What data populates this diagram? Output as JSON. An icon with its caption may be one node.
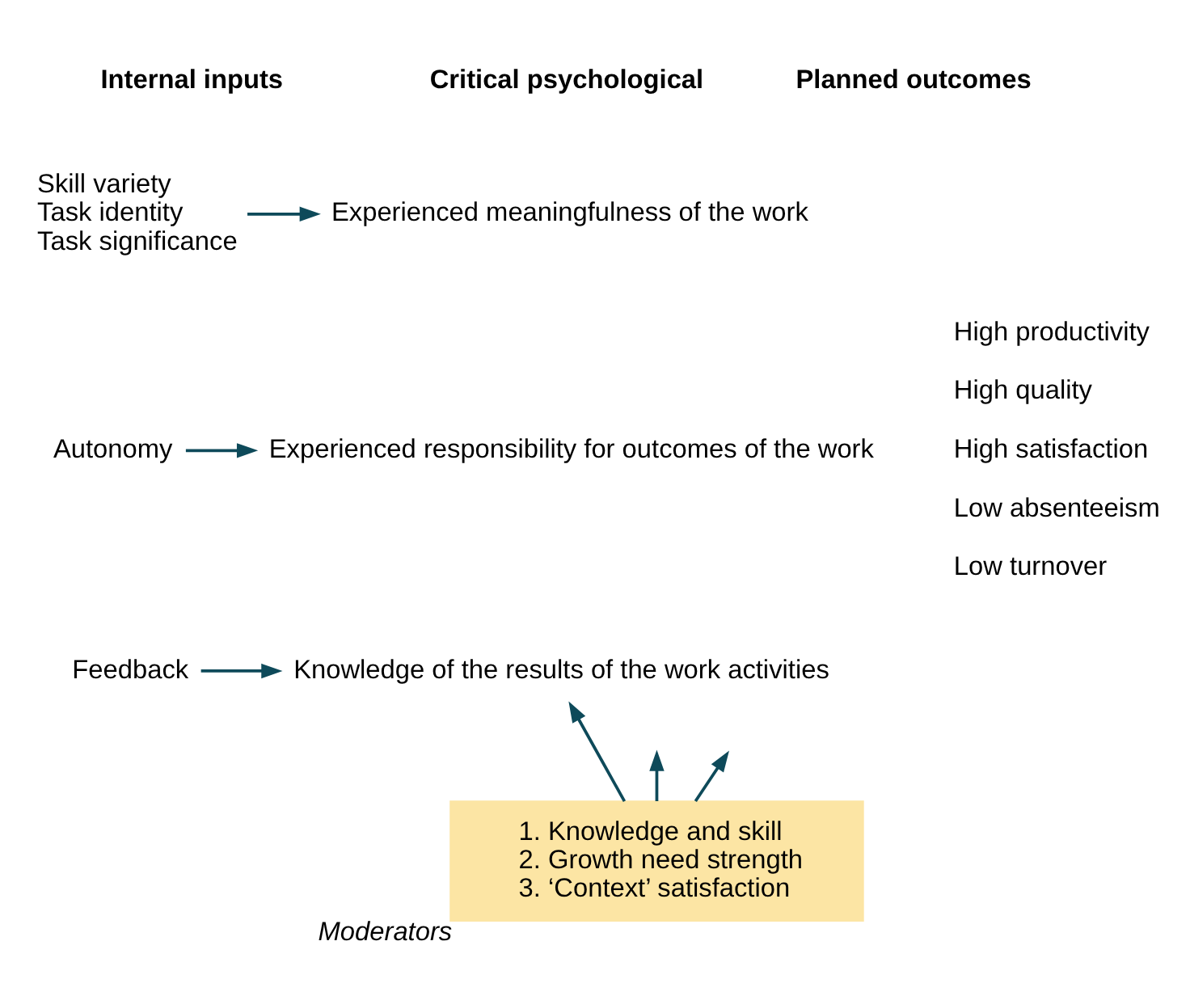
{
  "diagram": {
    "nodes": [
      {
        "text": [
          "Skill variety",
          "Task identity",
          "Task significance"
        ]
      },
      {
        "text": [
          "Autonomy"
        ]
      },
      {
        "text": [
          "Feedback"
        ]
      },
      {
        "text": [
          "Experienced meaningfulness of the work"
        ]
      },
      {
        "text": [
          "Experienced responsibility for outcomes of the work"
        ]
      },
      {
        "text": [
          "Knowledge of the results of the work activities"
        ]
      },
      {
        "text": [
          "High productivity",
          "High quality",
          "High satisfaction",
          "Low absenteeism",
          "Low turnover"
        ]
      },
      {
        "text": [
          "1. Knowledge and skill",
          "2. Growth need strength",
          "3. ‘Context’ satisfaction"
        ],
        "beside": [
          "Moderators"
        ]
      }
    ],
    "edges": [
      {
        "from": 0,
        "to": 3,
        "arrow": "to"
      },
      {
        "from": 1,
        "to": 4,
        "arrow": "to"
      },
      {
        "from": 2,
        "to": 5,
        "arrow": "to"
      },
      {
        "from": 7,
        "to": null,
        "arrow": "to"
      },
      {
        "from": 7,
        "to": 5,
        "arrow": "to"
      },
      {
        "from": 7,
        "to": null,
        "arrow": "to"
      }
    ],
    "labels": [
      "Internal inputs",
      "Critical psychological",
      "Planned outcomes"
    ]
  }
}
